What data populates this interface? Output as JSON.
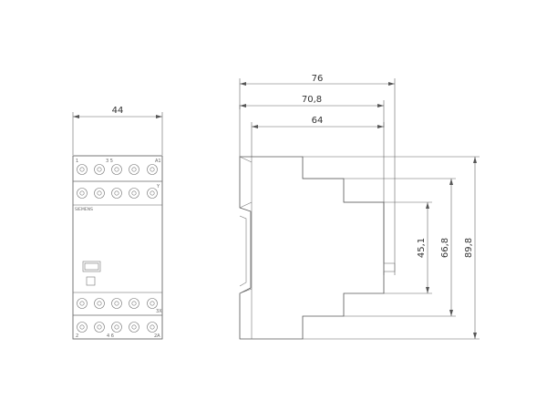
{
  "front_view": {
    "width_dim": "44",
    "brand": "SIEMENS",
    "top_row1_labels": {
      "left": "1",
      "mid": "3 5",
      "right": "A1"
    },
    "top_row2_labels": {
      "right": "Y"
    },
    "bottom_row1_labels": {
      "right": "3X"
    },
    "bottom_row2_labels": {
      "left": "2",
      "mid": "4 6",
      "right": "2A"
    }
  },
  "side_view": {
    "dims_horizontal": [
      "76",
      "70,8",
      "64"
    ],
    "dims_vertical": [
      "45,1",
      "66,8",
      "89,8"
    ]
  }
}
